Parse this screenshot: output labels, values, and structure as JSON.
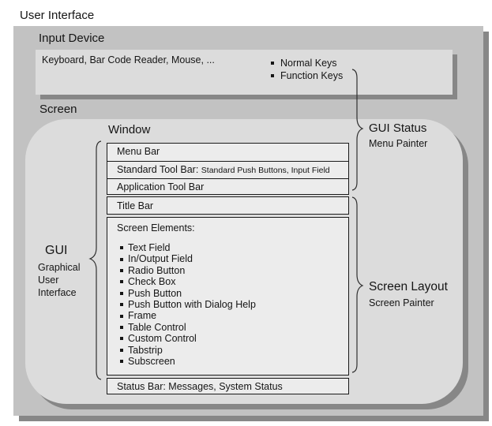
{
  "title": "User Interface",
  "input_device": {
    "heading": "Input Device",
    "devices": "Keyboard, Bar Code Reader, Mouse, ...",
    "key_items": [
      "Normal Keys",
      "Function Keys"
    ]
  },
  "screen": {
    "heading": "Screen",
    "window": {
      "heading": "Window",
      "menu_bar": "Menu Bar",
      "standard_toolbar_label": "Standard Tool Bar:",
      "standard_toolbar_detail": "Standard Push Buttons, Input Field",
      "application_toolbar": "Application Tool Bar",
      "title_bar": "Title Bar",
      "screen_elements_heading": "Screen Elements:",
      "screen_elements": [
        "Text Field",
        "In/Output Field",
        "Radio Button",
        "Check Box",
        "Push Button",
        "Push Button with Dialog Help",
        "Frame",
        "Table Control",
        "Custom Control",
        "Tabstrip",
        "Subscreen"
      ],
      "status_bar": "Status Bar: Messages, System Status"
    }
  },
  "annotations": {
    "gui": {
      "title": "GUI",
      "lines": [
        "Graphical",
        "User",
        "Interface"
      ]
    },
    "gui_status": {
      "title": "GUI Status",
      "subtitle": "Menu Painter"
    },
    "screen_layout": {
      "title": "Screen Layout",
      "subtitle": "Screen Painter"
    }
  },
  "colors": {
    "outer-bg": "#c2c2c2",
    "panel-bg": "#dcdcdc",
    "window-bg": "#ececec",
    "shadow": "#878787",
    "text": "#151515",
    "line": "#2f2f2f"
  }
}
